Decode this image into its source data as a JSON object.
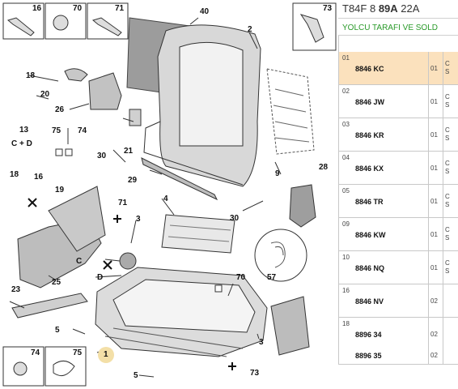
{
  "header": {
    "code_prefix": "T84F 8",
    "code_bold": "89A",
    "code_suffix": "22A",
    "subtitle": "YOLCU TARAFI VE SOLD"
  },
  "callouts": {
    "c1": "1",
    "c2": "2",
    "c3": "3",
    "c4": "4",
    "c5a": "5",
    "c5b": "5",
    "c9": "9",
    "c13": "13",
    "c13sub": "C + D",
    "c16": "16",
    "c16b": "16",
    "c18": "18",
    "c18b": "18",
    "c19": "19",
    "c20": "20",
    "c21": "21",
    "c23": "23",
    "c25": "25",
    "c26": "26",
    "c28": "28",
    "c29": "29",
    "c30a": "30",
    "c30b": "30",
    "c40": "40",
    "c57": "57",
    "c70a": "70",
    "c70b": "70",
    "c71a": "71",
    "c71b": "71",
    "c73a": "73",
    "c73b": "73",
    "c74a": "74",
    "c74b": "74",
    "c75a": "75",
    "c75b": "75",
    "cC": "C",
    "cD": "D"
  },
  "parts": [
    {
      "index": "01",
      "refs": [
        "8846 KC"
      ],
      "qty": [
        "01"
      ],
      "tail": "C\nS",
      "selected": true
    },
    {
      "index": "02",
      "refs": [
        "8846 JW"
      ],
      "qty": [
        "01"
      ],
      "tail": "C\nS",
      "selected": false
    },
    {
      "index": "03",
      "refs": [
        "8846 KR"
      ],
      "qty": [
        "01"
      ],
      "tail": "C\nS",
      "selected": false
    },
    {
      "index": "04",
      "refs": [
        "8846 KX"
      ],
      "qty": [
        "01"
      ],
      "tail": "C\nS",
      "selected": false
    },
    {
      "index": "05",
      "refs": [
        "8846 TR"
      ],
      "qty": [
        "01"
      ],
      "tail": "C\nS",
      "selected": false
    },
    {
      "index": "09",
      "refs": [
        "8846 KW"
      ],
      "qty": [
        "01"
      ],
      "tail": "C\nS",
      "selected": false
    },
    {
      "index": "10",
      "refs": [
        "8846 NQ"
      ],
      "qty": [
        "01"
      ],
      "tail": "C\nS",
      "selected": false
    },
    {
      "index": "16",
      "refs": [
        "8846 NV"
      ],
      "qty": [
        "02"
      ],
      "tail": "",
      "selected": false
    },
    {
      "index": "18",
      "refs": [
        "8896 34",
        "8896 35"
      ],
      "qty": [
        "02",
        "02"
      ],
      "tail": "",
      "selected": false
    }
  ]
}
